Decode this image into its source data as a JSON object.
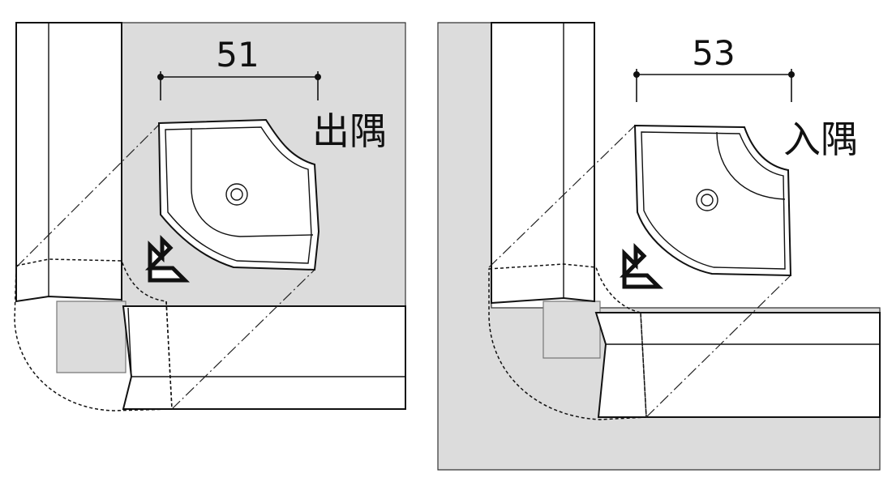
{
  "panels": [
    {
      "id": "outside-corner",
      "dimension": "51",
      "label": "出隅"
    },
    {
      "id": "inside-corner",
      "dimension": "53",
      "label": "入隅"
    }
  ],
  "colors": {
    "wall_gray": "#dcdcdc",
    "line": "#111111",
    "part_fill": "#ffffff"
  }
}
